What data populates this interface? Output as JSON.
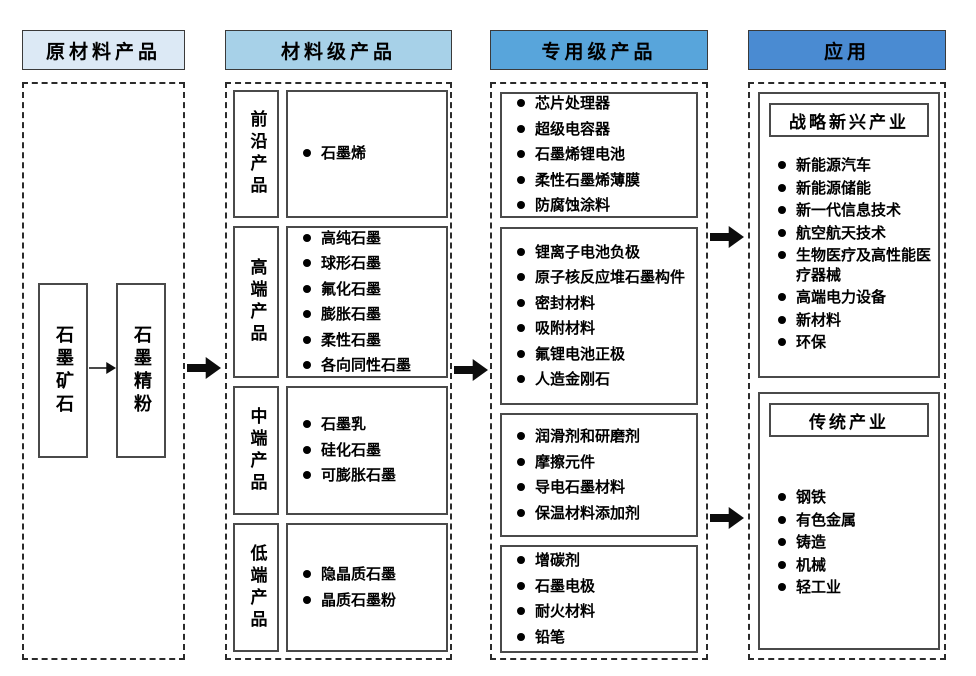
{
  "diagram": {
    "arrow_color": "#0d0d0d",
    "columns": [
      {
        "id": "raw-materials",
        "header": "原材料产品",
        "header_bg": "#dce9f5",
        "flow": [
          "石墨矿石",
          "石墨精粉"
        ]
      },
      {
        "id": "material-grade",
        "header": "材料级产品",
        "header_bg": "#a7d1e8",
        "rows": [
          {
            "label": "前沿产品",
            "items": [
              "石墨烯"
            ]
          },
          {
            "label": "高端产品",
            "items": [
              "高纯石墨",
              "球形石墨",
              "氟化石墨",
              "膨胀石墨",
              "柔性石墨",
              "各向同性石墨"
            ]
          },
          {
            "label": "中端产品",
            "items": [
              "石墨乳",
              "硅化石墨",
              "可膨胀石墨"
            ]
          },
          {
            "label": "低端产品",
            "items": [
              "隐晶质石墨",
              "晶质石墨粉"
            ]
          }
        ]
      },
      {
        "id": "special-grade",
        "header": "专用级产品",
        "header_bg": "#58a5db",
        "groups": [
          {
            "items": [
              "芯片处理器",
              "超级电容器",
              "石墨烯锂电池",
              "柔性石墨烯薄膜",
              "防腐蚀涂料"
            ]
          },
          {
            "items": [
              "锂离子电池负极",
              "原子核反应堆石墨构件",
              "密封材料",
              "吸附材料",
              "氟锂电池正极",
              "人造金刚石"
            ]
          },
          {
            "items": [
              "润滑剂和研磨剂",
              "摩擦元件",
              "导电石墨材料",
              "保温材料添加剂"
            ]
          },
          {
            "items": [
              "增碳剂",
              "石墨电极",
              "耐火材料",
              "铅笔"
            ]
          }
        ]
      },
      {
        "id": "applications",
        "header": "应用",
        "header_bg": "#4a8bd2",
        "sections": [
          {
            "title": "战略新兴产业",
            "items": [
              "新能源汽车",
              "新能源储能",
              "新一代信息技术",
              "航空航天技术",
              "生物医疗及高性能医疗器械",
              "高端电力设备",
              "新材料",
              "环保"
            ]
          },
          {
            "title": "传统产业",
            "items": [
              "钢铁",
              "有色金属",
              "铸造",
              "机械",
              "轻工业"
            ]
          }
        ]
      }
    ]
  }
}
